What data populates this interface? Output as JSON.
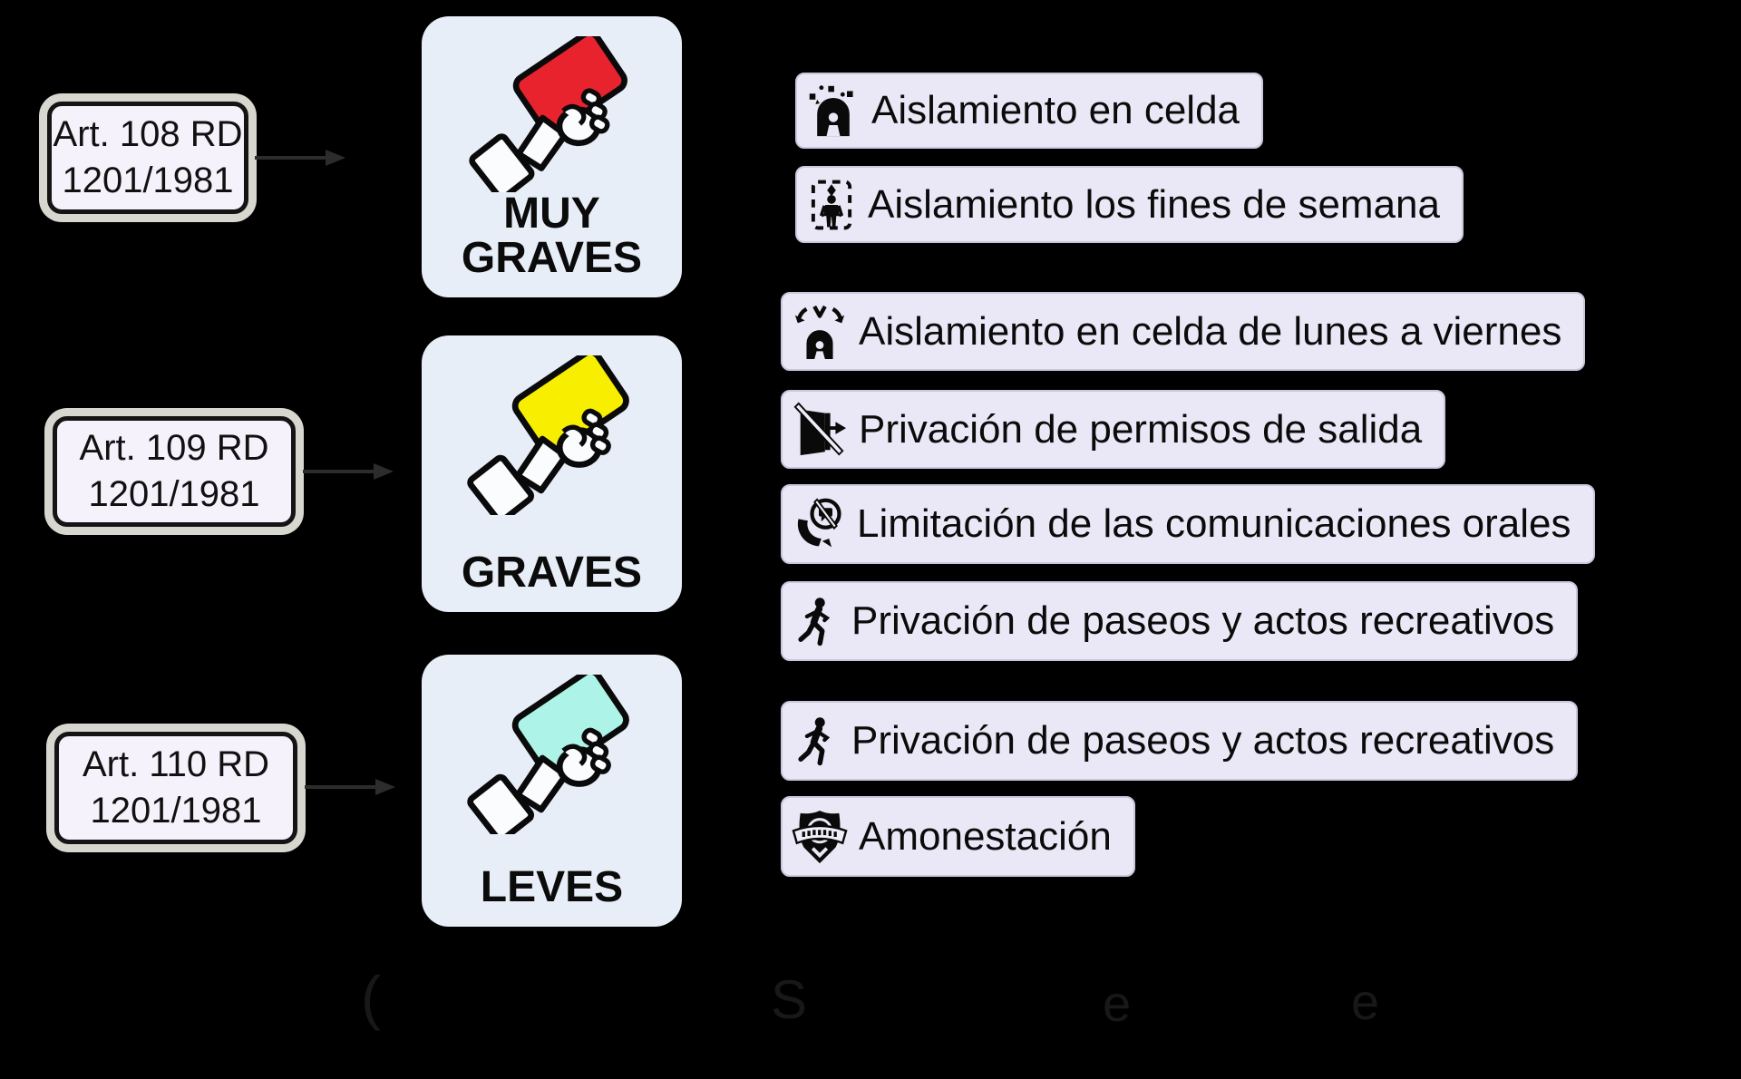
{
  "palette": {
    "background": "#000000",
    "article_box_bg": "#f5f2fb",
    "article_box_ring": "#d8d7cf",
    "card_box_bg": "#e8eef8",
    "row_bg": "#eae8f6",
    "ink": "#0b0b0b",
    "arrow": "#2c2c2c",
    "red_card": "#e8232d",
    "yellow_card": "#f8ef00",
    "cyan_card": "#aef3e8"
  },
  "articles": [
    {
      "line1": "Art. 108 RD",
      "line2": "1201/1981"
    },
    {
      "line1": "Art. 109 RD",
      "line2": "1201/1981"
    },
    {
      "line1": "Art. 110 RD",
      "line2": "1201/1981"
    }
  ],
  "categories": [
    {
      "label": "MUY GRAVES",
      "card_color": "#e8232d",
      "icon": "hand-red-card-icon"
    },
    {
      "label": "GRAVES",
      "card_color": "#f8ef00",
      "icon": "hand-yellow-card-icon"
    },
    {
      "label": "LEVES",
      "card_color": "#aef3e8",
      "icon": "hand-cyan-card-icon"
    }
  ],
  "sanctions": {
    "muy_graves": [
      {
        "icon": "isolation-cell-icon",
        "label": "Aislamiento en celda"
      },
      {
        "icon": "weekend-isolation-icon",
        "label": "Aislamiento los fines de semana"
      }
    ],
    "graves": [
      {
        "icon": "weekday-cell-isolation-icon",
        "label": "Aislamiento en celda de lunes a viernes"
      },
      {
        "icon": "no-exit-permit-icon",
        "label": "Privación de permisos de salida"
      },
      {
        "icon": "limited-communications-icon",
        "label": "Limitación de las comunicaciones orales"
      },
      {
        "icon": "no-recreation-icon",
        "label": "Privación de paseos y actos recreativos"
      }
    ],
    "leves": [
      {
        "icon": "no-recreation-icon",
        "label": "Privación de paseos y actos recreativos"
      },
      {
        "icon": "admonition-badge-icon",
        "label": "Amonestación"
      }
    ]
  },
  "stray_marks": {
    "glyphs": [
      "(",
      "S",
      "e",
      "e"
    ]
  }
}
